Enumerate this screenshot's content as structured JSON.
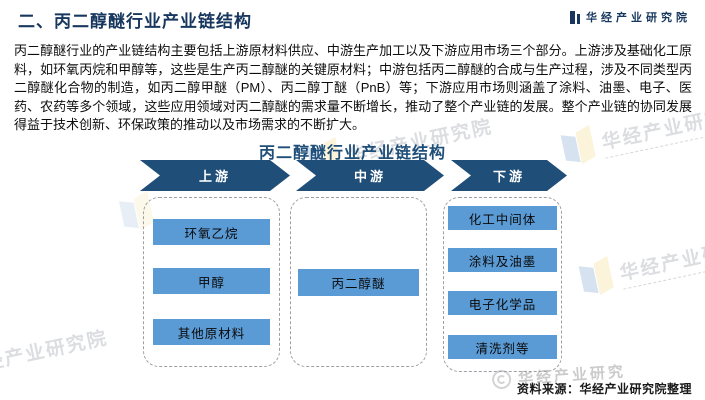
{
  "header": {
    "title": "二、丙二醇醚行业产业链结构",
    "brand": "华经产业研究院"
  },
  "intro": "丙二醇醚行业的产业链结构主要包括上游原材料供应、中游生产加工以及下游应用市场三个部分。上游涉及基础化工原料，如环氧丙烷和甲醇等，这些是生产丙二醇醚的关键原材料；中游包括丙二醇醚的合成与生产过程，涉及不同类型丙二醇醚化合物的制造，如丙二醇甲醚（PM）、丙二醇丁醚（PnB）等；下游应用市场则涵盖了涂料、油墨、电子、医药、农药等多个领域，这些应用领域对丙二醇醚的需求量不断增长，推动了整个产业链的发展。整个产业链的协同发展得益于技术创新、环保政策的推动以及市场需求的不断扩大。",
  "diagram": {
    "title": "丙二醇醚行业产业链结构",
    "stages": [
      {
        "label": "上游",
        "items": [
          "环氧乙烷",
          "甲醇",
          "其他原材料"
        ]
      },
      {
        "label": "中游",
        "items": [
          "丙二醇醚"
        ]
      },
      {
        "label": "下游",
        "items": [
          "化工中间体",
          "涂料及油墨",
          "电子化学品",
          "清洗剂等"
        ]
      }
    ]
  },
  "footer": {
    "source": "资料来源：华经产业研究院整理"
  },
  "watermark": {
    "text": "华经产业研究院",
    "short_text": "华经产业研究"
  },
  "colors": {
    "navy": "#1f4e79",
    "title_navy": "#17375e",
    "box_blue": "#5b9bd5",
    "dashed_border": "#9aa0a6"
  }
}
